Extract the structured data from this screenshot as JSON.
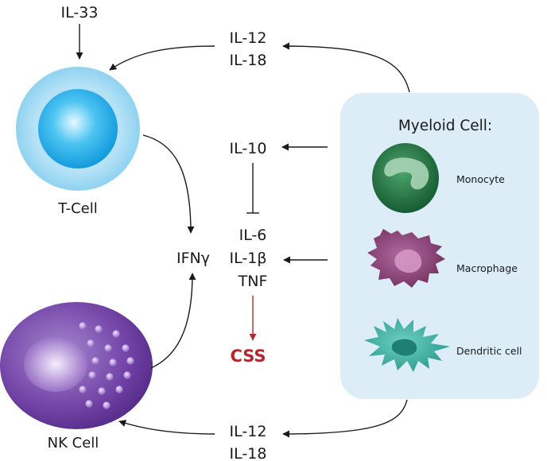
{
  "cytokines": {
    "il33": "IL-33",
    "top_il12": "IL-12",
    "top_il18": "IL-18",
    "il10": "IL-10",
    "il6": "IL-6",
    "il1b": "IL-1β",
    "tnf": "TNF",
    "ifng": "IFNγ",
    "bottom_il12": "IL-12",
    "bottom_il18": "IL-18"
  },
  "outcome": {
    "label": "CSS",
    "color": "#b3282d"
  },
  "cells": {
    "t_cell": "T-Cell",
    "nk_cell": "NK Cell"
  },
  "myeloid": {
    "title": "Myeloid Cell:",
    "items": [
      "Monocyte",
      "Macrophage",
      "Dendritic cell"
    ],
    "panel_color": "#dcedf8"
  },
  "colors": {
    "tcell_outer": "#a7dcf3",
    "tcell_inner": "#17a9e8",
    "nk_body": "#6a3a9a",
    "monocyte": "#1f7a45",
    "macrophage": "#8e3f7a",
    "dendritic": "#3bb3a6",
    "arrow": "#1a1a1a"
  }
}
